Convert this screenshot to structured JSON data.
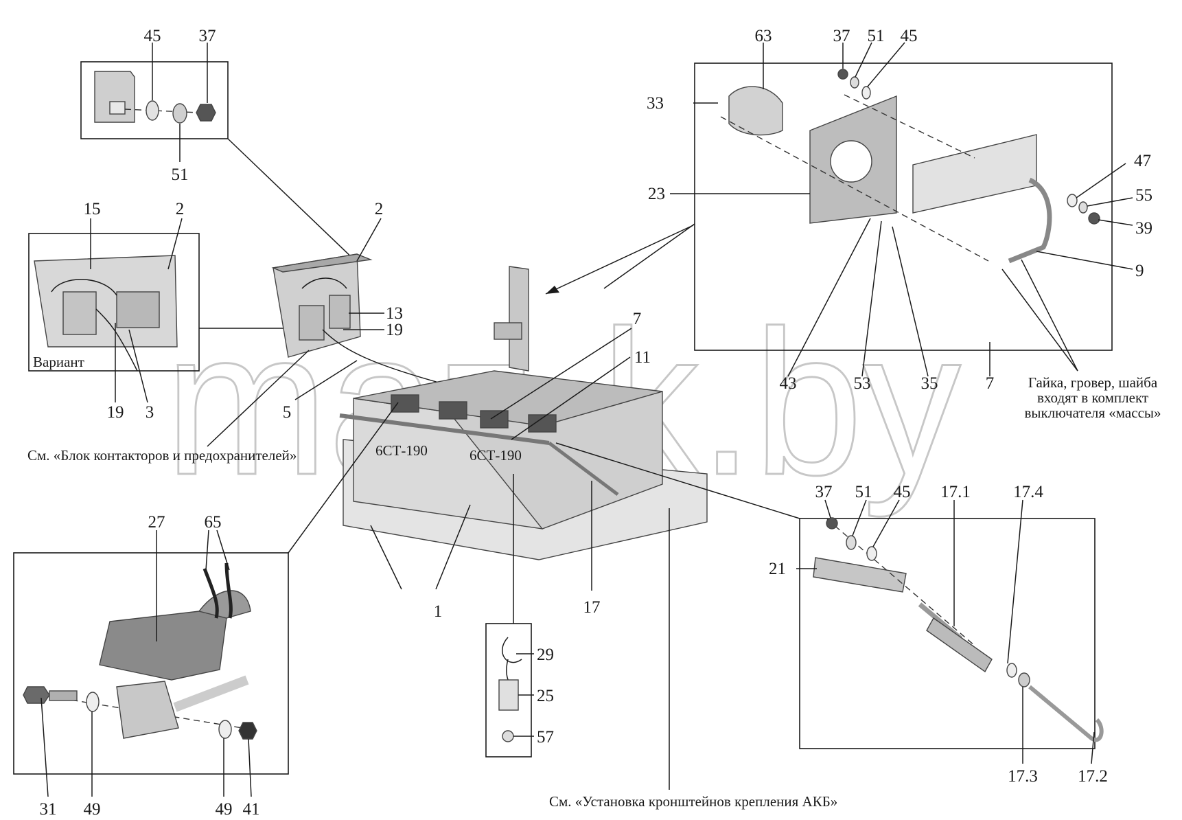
{
  "callouts": {
    "c_45_tl": "45",
    "c_37_tl": "37",
    "c_51_tl": "51",
    "c_15": "15",
    "c_2_a": "2",
    "c_2_b": "2",
    "c_19_a": "19",
    "c_3": "3",
    "c_19_b": "19",
    "c_13": "13",
    "c_5": "5",
    "c_63": "63",
    "c_37_tr": "37",
    "c_51_tr": "51",
    "c_45_tr": "45",
    "c_33": "33",
    "c_23": "23",
    "c_47": "47",
    "c_55": "55",
    "c_39": "39",
    "c_9": "9",
    "c_43": "43",
    "c_53": "53",
    "c_35": "35",
    "c_7_a": "7",
    "c_7_b": "7",
    "c_11": "11",
    "c_27": "27",
    "c_65": "65",
    "c_31": "31",
    "c_49_a": "49",
    "c_49_b": "49",
    "c_41": "41",
    "c_1": "1",
    "c_17": "17",
    "c_29": "29",
    "c_25": "25",
    "c_57": "57",
    "c_37_br": "37",
    "c_51_br": "51",
    "c_45_br": "45",
    "c_17_1": "17.1",
    "c_17_4": "17.4",
    "c_21": "21",
    "c_17_3": "17.3",
    "c_17_2": "17.2"
  },
  "labels": {
    "variant": "Вариант",
    "see_contactor_block": "См. «Блок контакторов и предохранителей»",
    "see_akb_brackets": "См. «Установка кронштейнов крепления АКБ»",
    "battery_marking_1": "6СТ-190",
    "battery_marking_2": "6СТ-190",
    "note_line_1": "Гайка, гровер, шайба",
    "note_line_2": "входят в комплект",
    "note_line_3": "выключателя «массы»"
  },
  "watermark": "maz-k.by",
  "colors": {
    "line": "#1a1a1a",
    "part_fill": "#d6d6d6",
    "part_dark": "#8a8a8a",
    "watermark": "#9a9a9a"
  }
}
